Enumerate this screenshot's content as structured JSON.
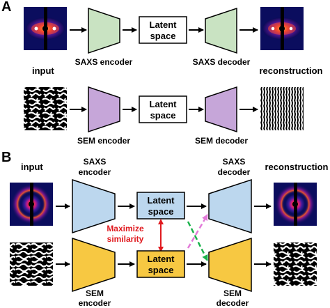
{
  "panel_a": {
    "label": "A",
    "row1": {
      "input_label": "input",
      "encoder_label": "SAXS encoder",
      "latent_line1": "Latent",
      "latent_line2": "space",
      "decoder_label": "SAXS decoder",
      "output_label": "reconstruction"
    },
    "row2": {
      "encoder_label": "SEM encoder",
      "latent_line1": "Latent",
      "latent_line2": "space",
      "decoder_label": "SEM decoder"
    }
  },
  "panel_b": {
    "label": "B",
    "input_label": "input",
    "output_label": "reconstruction",
    "saxs_encoder_line1": "SAXS",
    "saxs_encoder_line2": "encoder",
    "saxs_decoder_line1": "SAXS",
    "saxs_decoder_line2": "decoder",
    "sem_encoder_line1": "SEM",
    "sem_encoder_line2": "encoder",
    "sem_decoder_line1": "SEM",
    "sem_decoder_line2": "decoder",
    "latent_top_line1": "Latent",
    "latent_top_line2": "space",
    "latent_bottom_line1": "Latent",
    "latent_bottom_line2": "space",
    "similarity_line1": "Maximize",
    "similarity_line2": "similarity"
  },
  "colors": {
    "saxs_encoder_a": "#c9e3c2",
    "sem_encoder_a": "#c6a6d9",
    "saxs_blue": "#bcd7ee",
    "sem_yellow": "#f7c842",
    "similarity_red": "#e0191e",
    "cross_green": "#19b24b",
    "cross_magenta": "#e27ad9"
  }
}
